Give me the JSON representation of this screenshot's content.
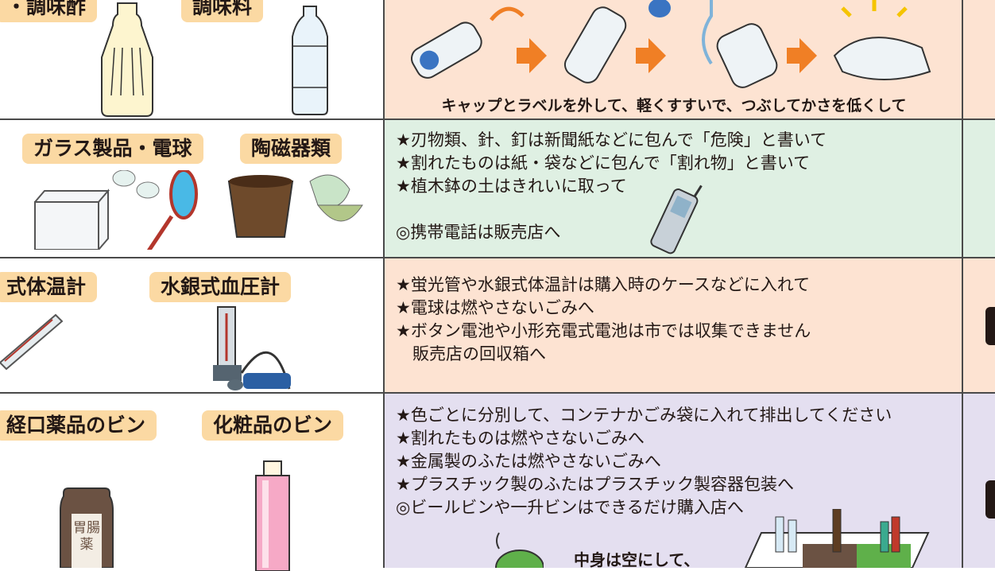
{
  "rows": [
    {
      "tags": [
        "・調味酢",
        "調味料"
      ],
      "caption": "キャップとラベルを外して、軽くすすいで、つぶしてかさを低くして"
    },
    {
      "tags": [
        "ガラス製品・電球",
        "陶磁器類"
      ],
      "notes": "★刃物類、針、釘は新聞紙などに包んで「危険」と書いて\n★割れたものは紙・袋などに包んで「割れ物」と書いて\n★植木鉢の土はきれいに取って\n\n◎携帯電話は販売店へ"
    },
    {
      "tags": [
        "式体温計",
        "水銀式血圧計"
      ],
      "notes": "★蛍光管や水銀式体温計は購入時のケースなどに入れて\n★電球は燃やさないごみへ\n★ボタン電池や小形充電式電池は市では収集できません\n　販売店の回収箱へ"
    },
    {
      "tags": [
        "経口薬品のビン",
        "化粧品のビン"
      ],
      "notes": "★色ごとに分別して、コンテナかごみ袋に入れて排出してください\n★割れたものは燃やさないごみへ\n★金属製のふたは燃やさないごみへ\n★プラスチック製のふたはプラスチック製容器包装へ\n◎ビールビンや一升ビンはできるだけ購入店へ",
      "bottle_label": "胃腸薬",
      "inner_text": "中身は空にして、"
    }
  ],
  "colors": {
    "salmon": "#fde3d2",
    "green": "#dff0e3",
    "lavender": "#e4dff0",
    "tag": "#fbd9a3",
    "arrow": "#f07f25",
    "line": "#4a4a4a"
  }
}
